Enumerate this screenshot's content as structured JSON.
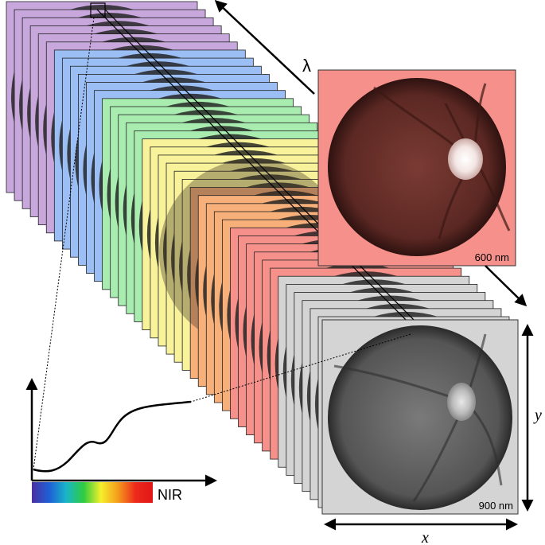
{
  "figure": {
    "axis_labels": {
      "wavelength": "λ",
      "x": "x",
      "y": "y"
    },
    "frames": [
      {
        "label": "600 nm",
        "tint": "#f5918a"
      },
      {
        "label": "900 nm",
        "tint": "#d4d4d4"
      }
    ],
    "spectrum": {
      "nir_label": "NIR",
      "gradient_colors": [
        "#4b2fa0",
        "#1f5fd6",
        "#19b6c8",
        "#2ecc40",
        "#f5f02a",
        "#f59b1c",
        "#ee2a1c",
        "#e01616"
      ]
    },
    "stack_tint_order": [
      "#c8a8dc",
      "#9bbff5",
      "#a8ecb0",
      "#f8f29a",
      "#f8b07a",
      "#f5918a",
      "#d4d4d4"
    ]
  }
}
